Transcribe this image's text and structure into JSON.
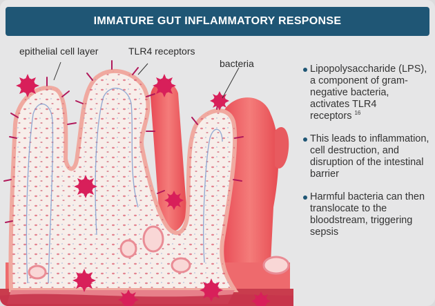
{
  "header": {
    "title": "IMMATURE GUT INFLAMMATORY RESPONSE"
  },
  "labels": {
    "epithelial": "epithelial cell layer",
    "tlr4": "TLR4 receptors",
    "bacteria": "bacteria"
  },
  "bullets": [
    {
      "text": "Lipopolysaccharide (LPS), a component of gram-negative bacteria, activates TLR4 receptors",
      "ref": "16"
    },
    {
      "text": "This leads to inflammation, cell destruction, and disruption of the intestinal barrier",
      "ref": ""
    },
    {
      "text": "Harmful bacteria can then translocate to the bloodstream, triggering sepsis",
      "ref": ""
    }
  ],
  "colors": {
    "header_bg": "#1f5675",
    "tissue_fill": "#f7eeea",
    "villus_red": "#ee5d63",
    "bacteria": "#d81f5a"
  },
  "icons": {
    "bacteria": "bacteria-icon"
  }
}
